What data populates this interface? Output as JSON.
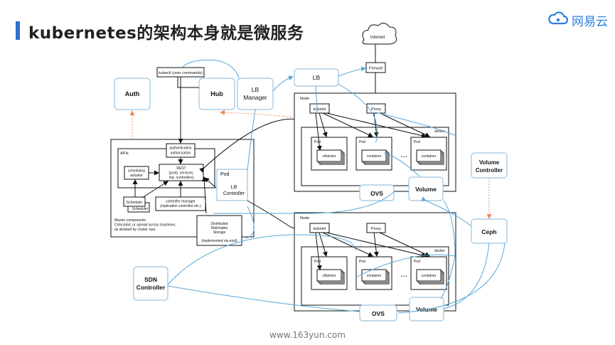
{
  "header": {
    "title": "kubernetes的架构本身就是微服务",
    "logo_text": "网易云",
    "logo_icon": "cloud-icon"
  },
  "footer": {
    "url": "www.163yun.com"
  },
  "colors": {
    "accent": "#2f6fd0",
    "link_blue": "#5aa7d8",
    "link_orange": "#f08a5d",
    "box_border": "#9bc4e2"
  },
  "diagram": {
    "internet": "Internet",
    "firewall": "Firewall",
    "kubectl": "kubectl (user commands)",
    "auth": "Auth",
    "hub": "Hub",
    "lb_manager": [
      "LB",
      "Manager"
    ],
    "lb": "LB",
    "apis": "APIs",
    "authn": [
      "authentication",
      "authorization"
    ],
    "rest": [
      "REST",
      "(pods, services,",
      "rep. controllers)"
    ],
    "scheduling": [
      "scheduling",
      "actuator"
    ],
    "scheduler_front": "Scheduler",
    "scheduler_back": "Scheduler",
    "controller_manager": [
      "controller manager",
      "(replication controller etc.)"
    ],
    "master_note": [
      "Master components",
      "Colocated, or spread across machines,",
      "as dictated by cluster size."
    ],
    "pod": "Pod",
    "lb_controller": [
      "LB",
      "Controller"
    ],
    "storage": [
      "Distributed",
      "Watchable",
      "Storage"
    ],
    "storage_note": "(implemented via etcd)",
    "node1": {
      "node": "Node",
      "kubelet": "kubelet",
      "proxy": "Proxy",
      "docker": "docker",
      "pod1": "Pod",
      "pod2": "Pod",
      "pod3": "Pod",
      "cadvisor": "cAdvisor",
      "container2": "container",
      "container3": "container",
      "dots": "• • •"
    },
    "node2": {
      "node": "Node",
      "kubelet": "kubelet",
      "proxy": "Proxy",
      "docker": "docker",
      "pod1": "Pod",
      "pod2": "Pod",
      "pod3": "Pod",
      "cadvisor": "cAdvisor",
      "container2": "container",
      "container3": "container",
      "dots": "• • •"
    },
    "ovs1": "OVS",
    "volume1": "Volume",
    "ovs2": "OVS",
    "volume2": "Volume",
    "volume_controller": [
      "Volume",
      "Controller"
    ],
    "ceph": "Ceph",
    "sdn_controller": [
      "SDN",
      "Controller"
    ]
  }
}
